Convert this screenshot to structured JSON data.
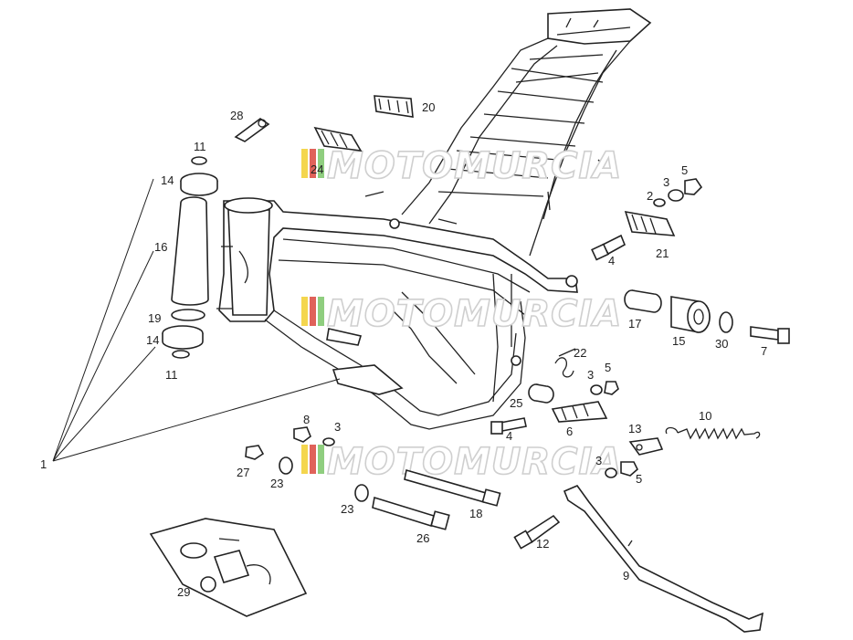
{
  "diagram": {
    "watermark": "MOTOMURCIA",
    "watermark_colors": [
      "#f4d64e",
      "#e0625a",
      "#8fce7f"
    ],
    "callouts": [
      "1",
      "2",
      "3",
      "4",
      "5",
      "6",
      "7",
      "8",
      "9",
      "10",
      "11",
      "12",
      "13",
      "14",
      "15",
      "16",
      "17",
      "18",
      "19",
      "20",
      "21",
      "22",
      "23",
      "24",
      "25",
      "26",
      "27",
      "28",
      "29",
      "30"
    ],
    "labels": [
      {
        "id": "l11a",
        "text": "11"
      },
      {
        "id": "l14a",
        "text": "14"
      },
      {
        "id": "l16",
        "text": "16"
      },
      {
        "id": "l19",
        "text": "19"
      },
      {
        "id": "l14b",
        "text": "14"
      },
      {
        "id": "l11b",
        "text": "11"
      },
      {
        "id": "l1",
        "text": "1"
      },
      {
        "id": "l28",
        "text": "28"
      },
      {
        "id": "l24",
        "text": "24"
      },
      {
        "id": "l20",
        "text": "20"
      },
      {
        "id": "l5a",
        "text": "5"
      },
      {
        "id": "l3a",
        "text": "3"
      },
      {
        "id": "l2",
        "text": "2"
      },
      {
        "id": "l21",
        "text": "21"
      },
      {
        "id": "l4a",
        "text": "4"
      },
      {
        "id": "l17",
        "text": "17"
      },
      {
        "id": "l15",
        "text": "15"
      },
      {
        "id": "l30",
        "text": "30"
      },
      {
        "id": "l7",
        "text": "7"
      },
      {
        "id": "l22",
        "text": "22"
      },
      {
        "id": "l3b",
        "text": "3"
      },
      {
        "id": "l5b",
        "text": "5"
      },
      {
        "id": "l25",
        "text": "25"
      },
      {
        "id": "l6",
        "text": "6"
      },
      {
        "id": "l4b",
        "text": "4"
      },
      {
        "id": "l13",
        "text": "13"
      },
      {
        "id": "l10",
        "text": "10"
      },
      {
        "id": "l8",
        "text": "8"
      },
      {
        "id": "l3c",
        "text": "3"
      },
      {
        "id": "l27",
        "text": "27"
      },
      {
        "id": "l23a",
        "text": "23"
      },
      {
        "id": "l3d",
        "text": "3"
      },
      {
        "id": "l5c",
        "text": "5"
      },
      {
        "id": "l23b",
        "text": "23"
      },
      {
        "id": "l18",
        "text": "18"
      },
      {
        "id": "l26",
        "text": "26"
      },
      {
        "id": "l12",
        "text": "12"
      },
      {
        "id": "l9",
        "text": "9"
      },
      {
        "id": "l29",
        "text": "29"
      }
    ]
  }
}
